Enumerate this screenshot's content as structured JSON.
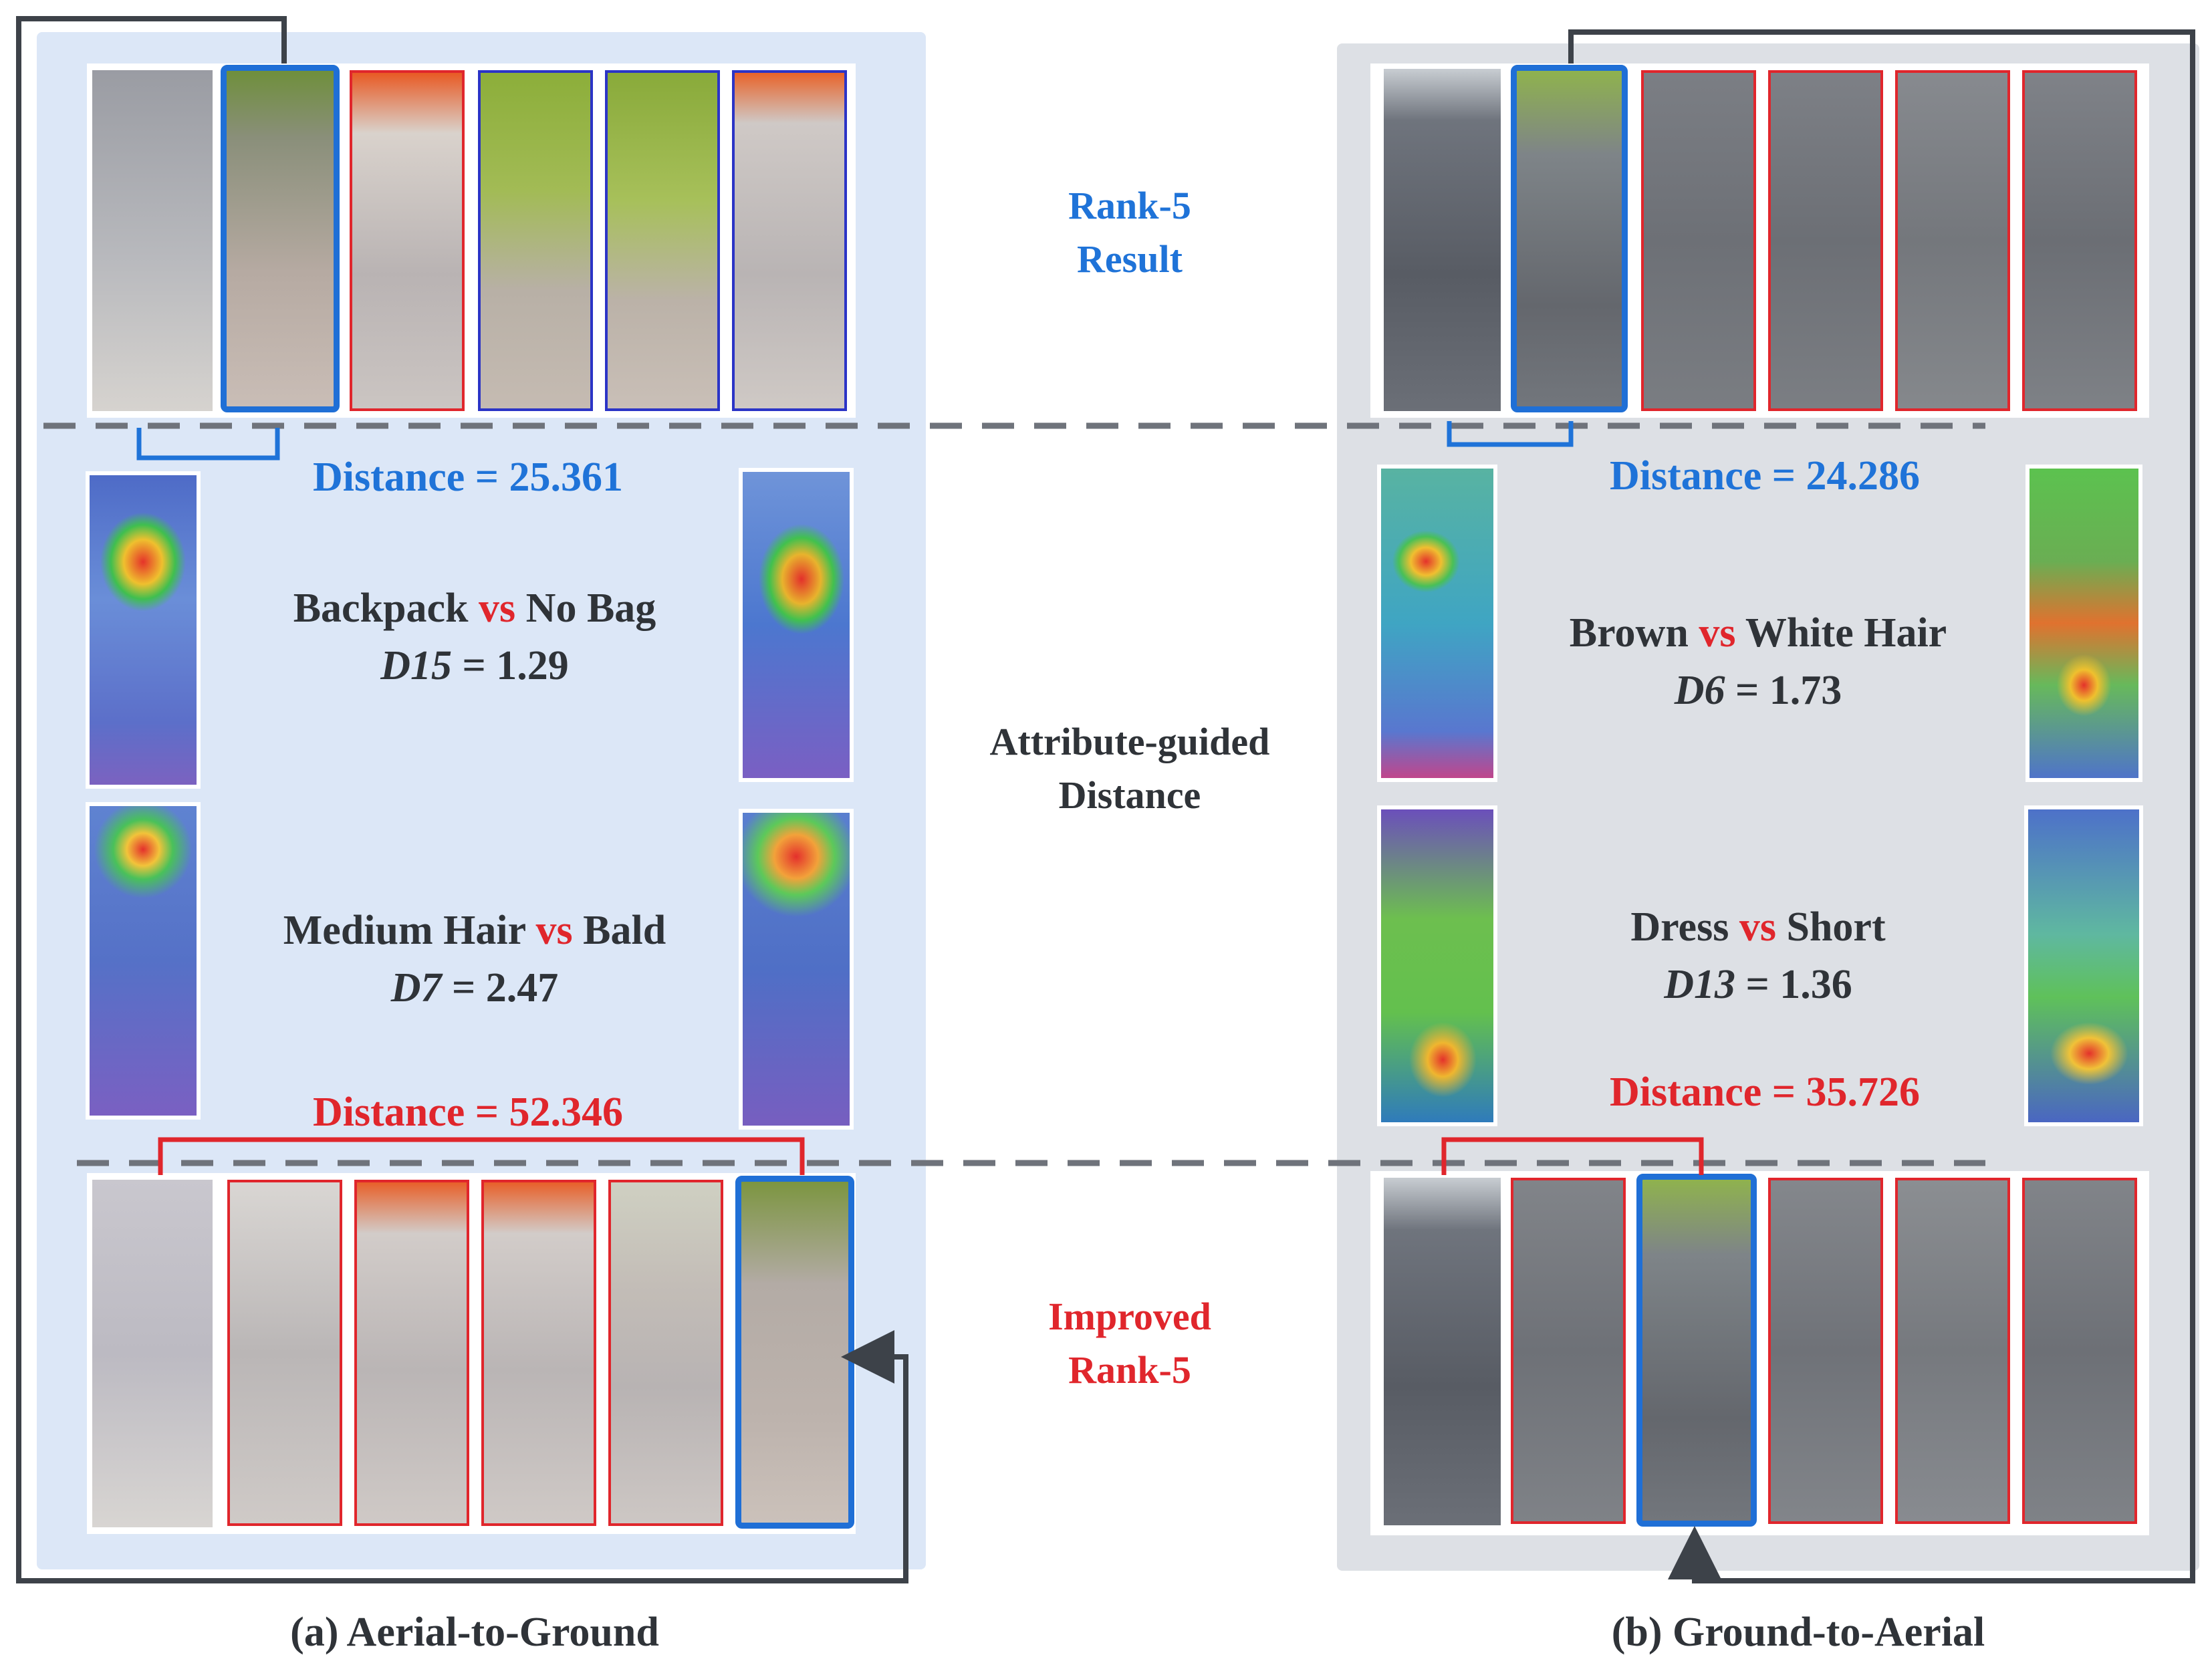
{
  "panels": [
    {
      "caption": "(a) Aerial-to-Ground",
      "distance_before": "Distance = 25.361",
      "distance_after": "Distance = 52.346",
      "attributes": [
        {
          "left": "Backpack",
          "vs": "vs",
          "right": "No Bag",
          "metric": "D15",
          "value": "= 1.29"
        },
        {
          "left": "Medium Hair",
          "vs": "vs",
          "right": "Bald",
          "metric": "D7",
          "value": "= 2.47"
        }
      ]
    },
    {
      "caption": "(b) Ground-to-Aerial",
      "distance_before": "Distance = 24.286",
      "distance_after": "Distance = 35.726",
      "attributes": [
        {
          "left": "Brown",
          "vs": "vs",
          "right": "White Hair",
          "metric": "D6",
          "value": "= 1.73"
        },
        {
          "left": "Dress",
          "vs": "vs",
          "right": "Short",
          "metric": "D13",
          "value": "= 1.36"
        }
      ]
    }
  ],
  "center": {
    "rank5": [
      "Rank-5",
      "Result"
    ],
    "attr_dist": [
      "Attribute-guided",
      "Distance"
    ],
    "improved": [
      "Improved",
      "Rank-5"
    ]
  },
  "colors": {
    "blue": "#1f73d8",
    "red": "#e0262c",
    "dark": "#2f3338",
    "panel_a": "#dce7f7",
    "panel_b": "#dde0e5"
  }
}
